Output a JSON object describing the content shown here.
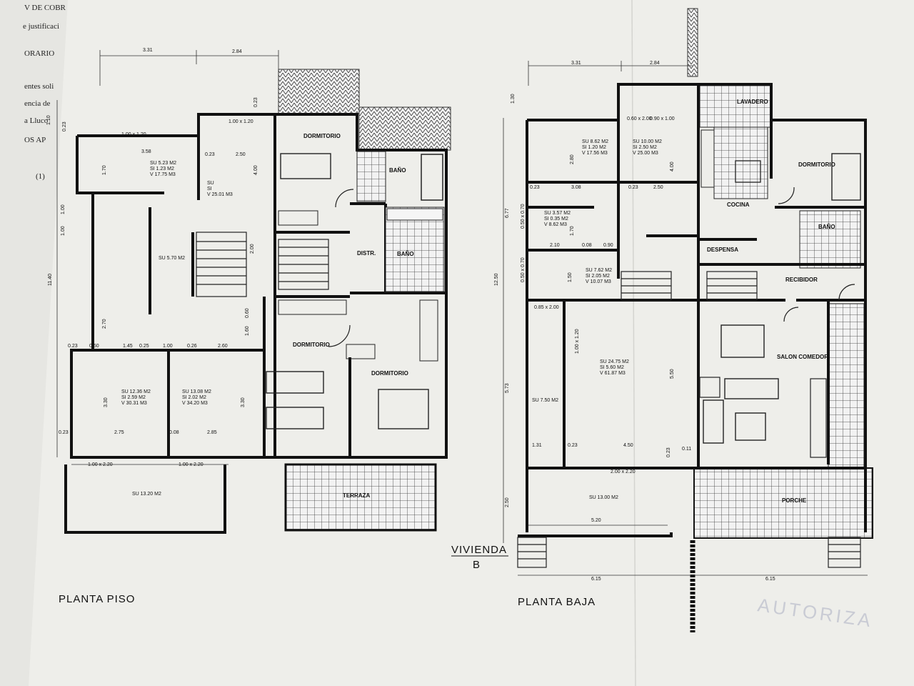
{
  "background_doc": [
    "V DE COBR",
    "e justificaci",
    "ORARIO",
    "entes soli",
    "encia de",
    "a Lluco",
    "OS AP",
    "(1)"
  ],
  "left_plan": {
    "title": "PLANTA PISO",
    "top_dims": [
      "3.31",
      "2.84"
    ],
    "side_dims": [
      "1.10",
      "1.00",
      "1.00",
      "11.40"
    ],
    "rooms": [
      "DORMITORIO",
      "BAÑO",
      "DISTR.",
      "BAÑO",
      "DORMITORIO",
      "DORMITORIO",
      "TERRAZA"
    ],
    "areas": {
      "a1": [
        "SU  5.23 M2",
        "SI  1.23 M2",
        "V  17.75 M3"
      ],
      "a2": [
        "SU  ",
        "SI  ",
        "V  25.01 M3"
      ],
      "hall": "SU  5.70 M2",
      "a4": [
        "SU  12.36 M2",
        "SI  2.59 M2",
        "V  30.31 M3"
      ],
      "a5": [
        "SU  13.08 M2",
        "SI  2.02 M2",
        "V  34.20 M3"
      ],
      "bottom": "SU  13.20 M2"
    },
    "labels": [
      "1.00 x 1.20",
      "1.00 x 1.20",
      "3.58",
      "0.23",
      "2.50",
      "1.45",
      "0.25",
      "1.00",
      "0.26",
      "2.60",
      "0.50",
      "0.23",
      "2.75",
      "0.08",
      "2.85",
      "0.23",
      "1.00 x 2.20",
      "1.00 x 2.20",
      "0.23",
      "3.30",
      "3.30",
      "4.00",
      "1.70",
      "2.70",
      "1.60",
      "0.60",
      "2.00",
      "0.23"
    ]
  },
  "right_plan": {
    "title": "PLANTA BAJA",
    "subtitle": [
      "VIVIENDA",
      "B"
    ],
    "top_dims": [
      "3.31",
      "2.84"
    ],
    "bottom_dims": [
      "6.15",
      "6.15"
    ],
    "side_dims": [
      "6.77",
      "12.50",
      "5.73",
      "2.50",
      "1.30"
    ],
    "rooms": [
      "LAVADERO",
      "DORMITORIO",
      "COCINA",
      "BAÑO",
      "DESPENSA",
      "RECIBIDOR",
      "SALON COMEDOR",
      "PORCHE"
    ],
    "areas": {
      "a1": [
        "SU  8.62 M2",
        "SI  1.20 M2",
        "V  17.56 M3"
      ],
      "a2": [
        "SU  10.00 M2",
        "SI  2.50 M2",
        "V  25.00 M3"
      ],
      "a3": [
        "SU  3.57 M2",
        "SI  0.35 M2",
        "V  8.62 M3"
      ],
      "a4": [
        "SU  7.62 M2",
        "SI  2.05 M2",
        "V  10.07 M3"
      ],
      "a5": [
        "SU  24.75 M2",
        "SI  5.60 M2",
        "V  61.87 M3"
      ],
      "side": "SU  7.50 M2",
      "bottom": "SU  13.00 M2"
    },
    "labels": [
      "0.60 x 2.00",
      "0.90 x 1.00",
      "0.23",
      "3.08",
      "0.23",
      "2.50",
      "2.10",
      "0.08",
      "0.90",
      "0.85 x 2.00",
      "1.31",
      "0.23",
      "4.50",
      "0.23",
      "0.11",
      "2.00 x 2.20",
      "5.20",
      "1.00 x 1.20",
      "0.50 x 0.70",
      "0.50 x 0.70",
      "2.80",
      "4.00",
      "1.70",
      "1.50",
      "5.50"
    ]
  },
  "watermark": "AUTORIZA",
  "colors": {
    "paper": "#eeeeea",
    "ink": "#111111",
    "table": "#2a2a2a"
  }
}
